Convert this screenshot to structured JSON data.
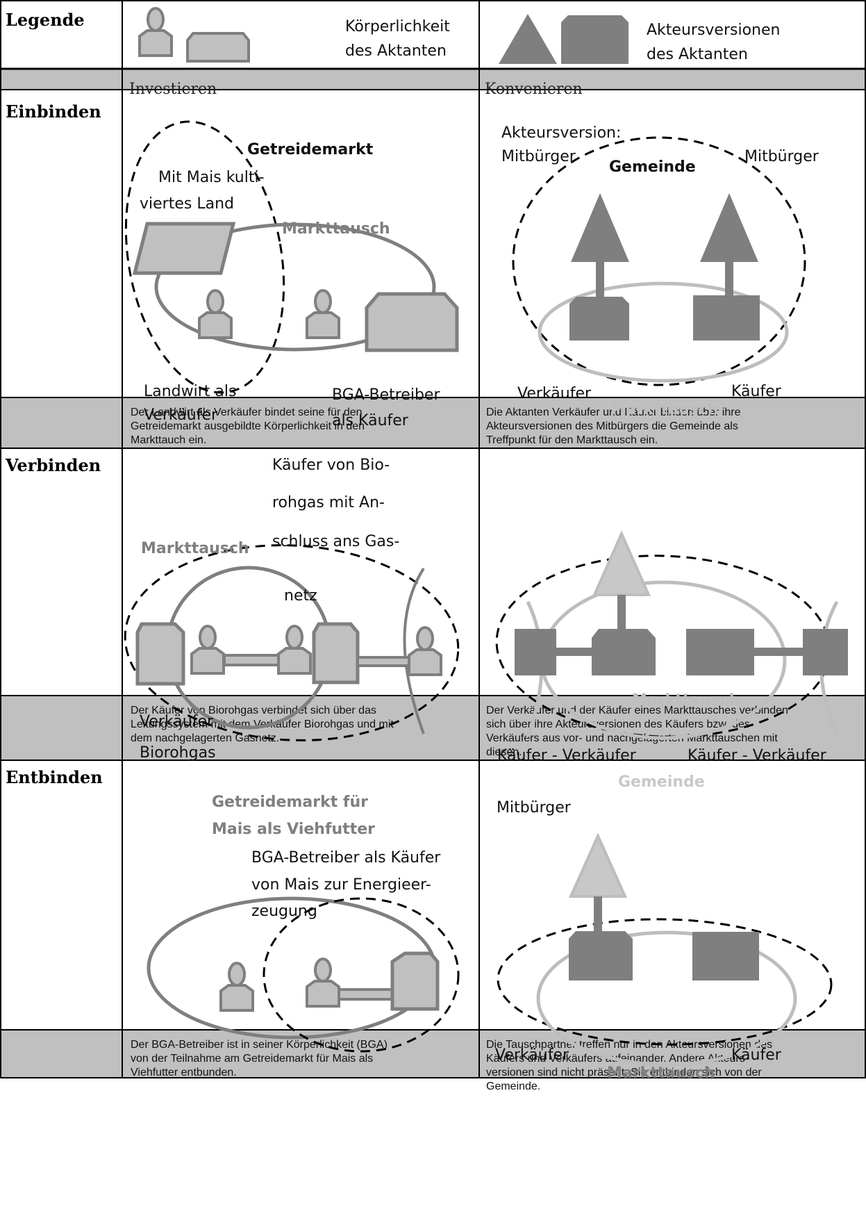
{
  "legend": {
    "title": "Legende",
    "koerper_label": [
      "Körperlichkeit",
      "des Aktanten"
    ],
    "akteur_label": [
      "Akteursversionen",
      "des Aktanten"
    ]
  },
  "columns": {
    "left": "Investieren",
    "right": "Konvenieren"
  },
  "rows": [
    {
      "title": "Einbinden",
      "left": {
        "getreidemarkt": "Getreidemarkt",
        "land": [
          "Mit Mais kulti-",
          "viertes Land"
        ],
        "markttausch": "Markttausch",
        "landwirt": [
          "Landwirt als",
          "Verkäufer"
        ],
        "bga": [
          "BGA-Betreiber",
          "als Käufer"
        ]
      },
      "right": {
        "akteursversion": "Akteursversion:",
        "mitbuerger_left": "Mitbürger",
        "gemeinde": "Gemeinde",
        "mitbuerger_right": "Mitbürger",
        "verkaeufer": "Verkäufer",
        "kaeufer": "Käufer",
        "markttausch": "Markttausch"
      },
      "caption_left": [
        "Der Landwirt als Verkäufer bindet seine für den",
        "Getreidemarkt ausgebildte Körperlichkeit in den",
        "Markttauch ein."
      ],
      "caption_right": [
        "Die Aktanten Verkäufer und Käufer  binden über ihre",
        "Akteursversionen des Mitbürgers die Gemeinde als",
        "Treffpunkt für den Markttausch ein."
      ]
    },
    {
      "title": "Verbinden",
      "left": {
        "kaeufer_biorohgas": [
          "Käufer von Bio-",
          "rohgas mit An-",
          "schluss ans Gas-",
          "netz"
        ],
        "markttausch": "Markttausch",
        "verkaeufer_biorohgas": [
          "Verkäufer",
          "Biorohgas"
        ]
      },
      "right": {
        "markttausch": "Markttausch",
        "kv_left": "Käufer - Verkäufer",
        "kv_right": "Käufer - Verkäufer"
      },
      "caption_left": [
        "Der Käufer von Biorohgas verbindet sich über das",
        "Leitungssystem mit dem Verkäufer Biorohgas und mit",
        "dem nachgelagerten Gasnetz."
      ],
      "caption_right": [
        "Der Verkäufer und der Käufer eines Markttausches verbinden",
        "sich über ihre Akteursversionen des Käufers bzw. des",
        "Verkäufers aus vor- und nachgelagerten Markttauschen mit",
        "diesen."
      ]
    },
    {
      "title": "Entbinden",
      "left": {
        "getreidemarkt": [
          "Getreidemarkt für",
          "Mais als Viehfutter"
        ],
        "bga": [
          "BGA-Betreiber als Käufer",
          "von Mais zur Energieer-",
          "zeugung"
        ]
      },
      "right": {
        "gemeinde": "Gemeinde",
        "mitbuerger": "Mitbürger",
        "verkaeufer": "Verkäufer",
        "kaeufer": "Käufer",
        "markttausch": "Markttausch"
      },
      "caption_left": [
        "Der BGA-Betreiber ist in seiner Körperlichkeit (BGA)",
        "von der Teilnahme am Getreidemarkt für Mais als",
        "Viehfutter entbunden."
      ],
      "caption_right": [
        "Die Tauschpartner treffen nur in den Akteursversionen des",
        "Käufers und Verkäufers aufeinander. Andere Akteurs-",
        "versionen sind nicht präsent. Sie entbinden sich von der",
        "Gemeinde."
      ]
    }
  ],
  "colors": {
    "body_fill": "#c0c0c0",
    "body_stroke": "#7f7f7f",
    "actor_fill": "#7f7f7f",
    "faded": "#c8c8c8",
    "band": "#c0c0c0"
  }
}
